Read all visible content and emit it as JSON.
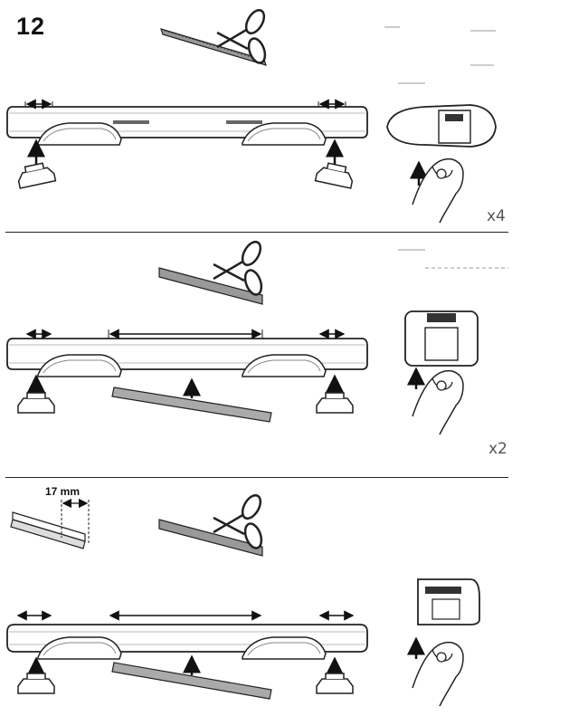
{
  "step": {
    "number": "12"
  },
  "panels": [
    {
      "id": "panel-1",
      "quantity": "x4"
    },
    {
      "id": "panel-2",
      "quantity": "x2"
    },
    {
      "id": "panel-3",
      "measurement": "17 mm"
    }
  ],
  "colors": {
    "line": "#222222",
    "fill": "#ffffff",
    "shade": "#d9d9d9"
  }
}
